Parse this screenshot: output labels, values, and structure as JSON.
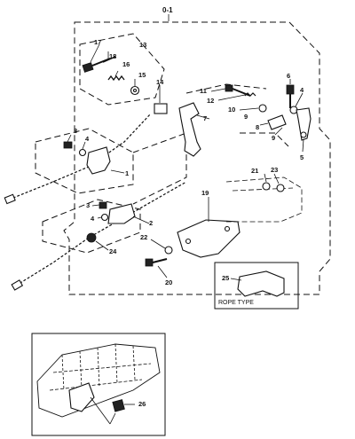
{
  "assembly_label": "0-1",
  "rope_type_label": "ROPE TYPE",
  "callouts": [
    {
      "id": "c17",
      "text": "17"
    },
    {
      "id": "c13",
      "text": "13"
    },
    {
      "id": "c18",
      "text": "18"
    },
    {
      "id": "c16",
      "text": "16"
    },
    {
      "id": "c15",
      "text": "15"
    },
    {
      "id": "c14",
      "text": "14"
    },
    {
      "id": "c11",
      "text": "11"
    },
    {
      "id": "c12",
      "text": "12"
    },
    {
      "id": "c10",
      "text": "10"
    },
    {
      "id": "c7",
      "text": "7"
    },
    {
      "id": "c6",
      "text": "6"
    },
    {
      "id": "c4a",
      "text": "4"
    },
    {
      "id": "c9a",
      "text": "9"
    },
    {
      "id": "c8",
      "text": "8"
    },
    {
      "id": "c9b",
      "text": "9"
    },
    {
      "id": "c5",
      "text": "5"
    },
    {
      "id": "c3a",
      "text": "3"
    },
    {
      "id": "c4b",
      "text": "4"
    },
    {
      "id": "c1",
      "text": "1"
    },
    {
      "id": "c21",
      "text": "21"
    },
    {
      "id": "c23",
      "text": "23"
    },
    {
      "id": "c19",
      "text": "19"
    },
    {
      "id": "c3b",
      "text": "3"
    },
    {
      "id": "c4c",
      "text": "4"
    },
    {
      "id": "c2",
      "text": "2"
    },
    {
      "id": "c22",
      "text": "22"
    },
    {
      "id": "c24",
      "text": "24"
    },
    {
      "id": "c20",
      "text": "20"
    },
    {
      "id": "c25",
      "text": "25"
    },
    {
      "id": "c26",
      "text": "26"
    }
  ]
}
